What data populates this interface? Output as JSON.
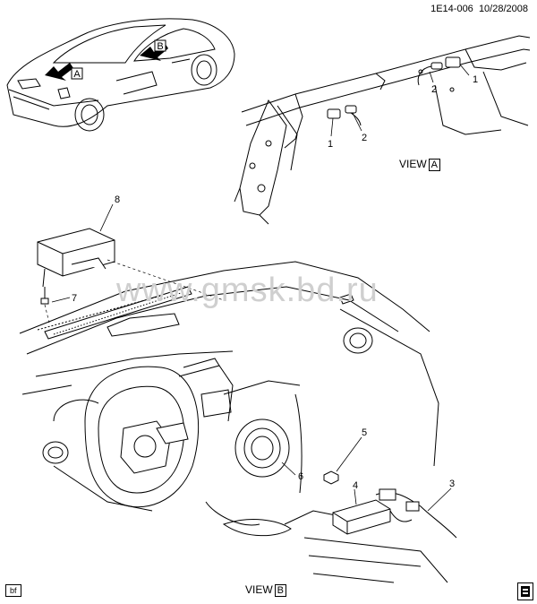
{
  "header": {
    "ref_code": "1E14-006",
    "date": "10/28/2008"
  },
  "views": {
    "a_word": "VIEW",
    "a_letter": "A",
    "b_word": "VIEW",
    "b_letter": "B"
  },
  "car_arrows": {
    "a": "A",
    "b": "B"
  },
  "callouts": {
    "c1_top": "1",
    "c2_top": "2",
    "c1_mid": "1",
    "c2_mid": "2",
    "c3": "3",
    "c4": "4",
    "c5": "5",
    "c6": "6",
    "c7": "7",
    "c8": "8"
  },
  "watermark": "www.gmsk.bd.ru",
  "corner_tag": "bf",
  "logo": {
    "icon": "gm-logo-icon"
  }
}
